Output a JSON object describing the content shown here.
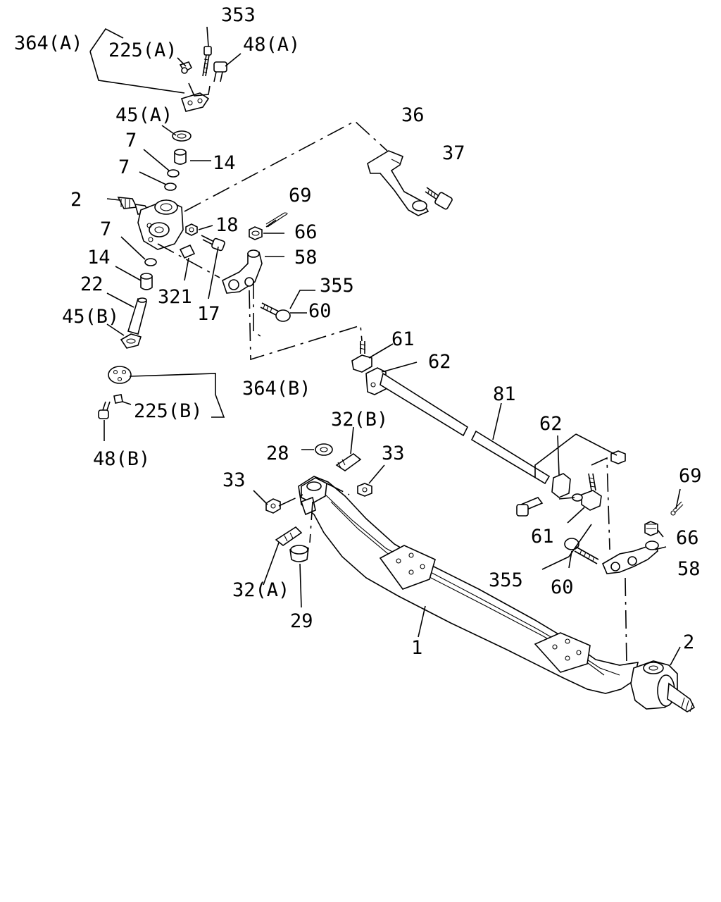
{
  "callouts": {
    "c364a": "364(A)",
    "c225a": "225(A)",
    "c353": "353",
    "c48a": "48(A)",
    "c45a": "45(A)",
    "c7a": "7",
    "c14a": "14",
    "c7b": "7",
    "c36": "36",
    "c37": "37",
    "c2a": "2",
    "c18": "18",
    "c69a": "69",
    "c66a": "66",
    "c7c": "7",
    "c58a": "58",
    "c14b": "14",
    "c22": "22",
    "c321": "321",
    "c17": "17",
    "c355a": "355",
    "c60a": "60",
    "c45b": "45(B)",
    "c61a": "61",
    "c62a": "62",
    "c364b": "364(B)",
    "c225b": "225(B)",
    "c48b": "48(B)",
    "c81": "81",
    "c32b": "32(B)",
    "c28": "28",
    "c33a": "33",
    "c62b": "62",
    "c33b": "33",
    "c69b": "69",
    "c66b": "66",
    "c61b": "61",
    "c58b": "58",
    "c355b": "355",
    "c60b": "60",
    "c32a": "32(A)",
    "c29": "29",
    "c1": "1",
    "c2b": "2"
  }
}
